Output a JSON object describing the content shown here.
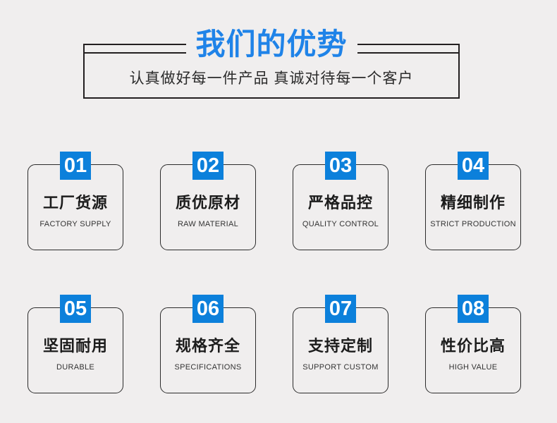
{
  "page": {
    "background_color": "#f0eeee",
    "accent_blue": "#0c80db",
    "title_blue": "#1f83e8",
    "line_color": "#231f20"
  },
  "header": {
    "title": "我们的优势",
    "subtitle": "认真做好每一件产品 真诚对待每一个客户"
  },
  "cards": [
    {
      "number": "01",
      "title": "工厂货源",
      "subtitle": "FACTORY SUPPLY"
    },
    {
      "number": "02",
      "title": "质优原材",
      "subtitle": "RAW MATERIAL"
    },
    {
      "number": "03",
      "title": "严格品控",
      "subtitle": "QUALITY CONTROL"
    },
    {
      "number": "04",
      "title": "精细制作",
      "subtitle": "STRICT PRODUCTION"
    },
    {
      "number": "05",
      "title": "坚固耐用",
      "subtitle": "DURABLE"
    },
    {
      "number": "06",
      "title": "规格齐全",
      "subtitle": "SPECIFICATIONS"
    },
    {
      "number": "07",
      "title": "支持定制",
      "subtitle": "SUPPORT CUSTOM"
    },
    {
      "number": "08",
      "title": "性价比高",
      "subtitle": "HIGH VALUE"
    }
  ]
}
